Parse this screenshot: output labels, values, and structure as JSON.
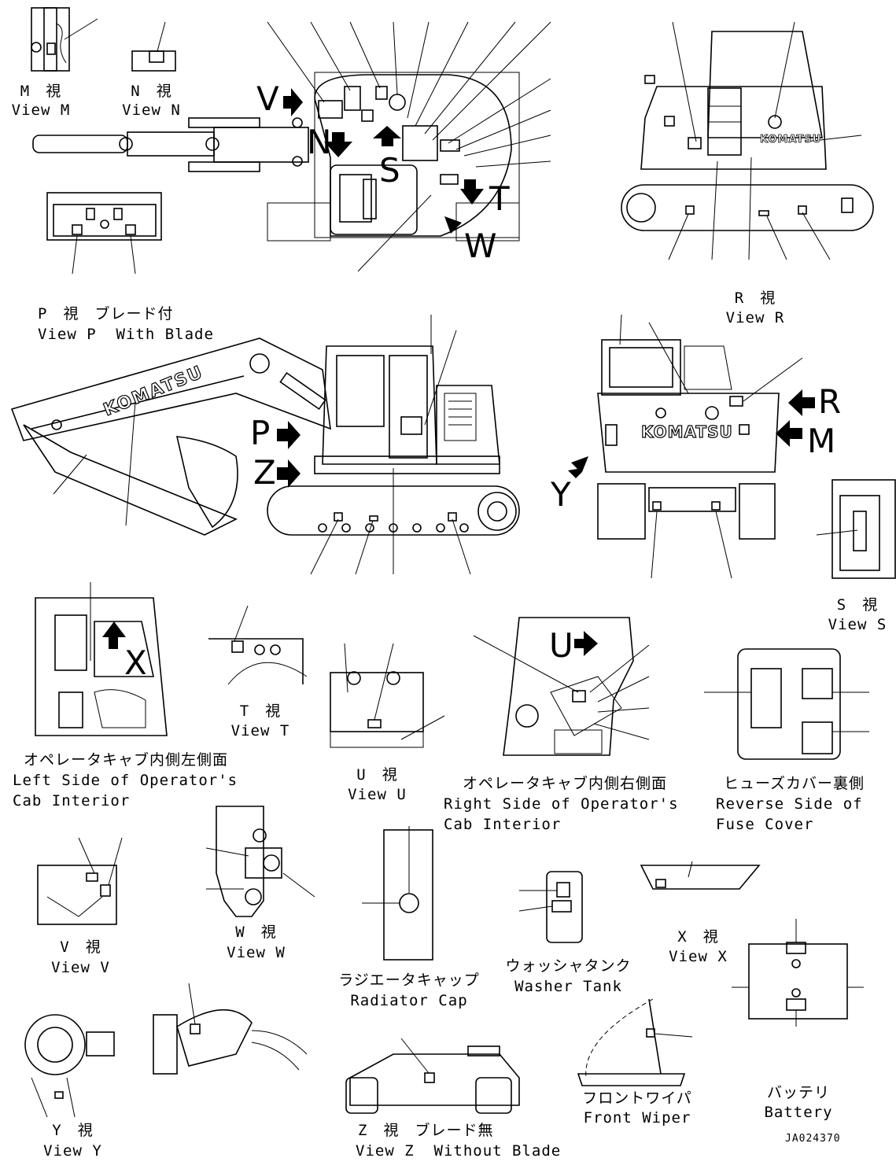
{
  "views": {
    "m": {
      "jp": "M　視",
      "en": "View M"
    },
    "n": {
      "jp": "N　視",
      "en": "View N"
    },
    "p": {
      "jp": "P　視　ブレード付",
      "en": "View P  With Blade"
    },
    "r": {
      "jp": "R　視",
      "en": "View R"
    },
    "s": {
      "jp": "S　視",
      "en": "View S"
    },
    "t": {
      "jp": "T　視",
      "en": "View T"
    },
    "u": {
      "jp": "U　視",
      "en": "View U"
    },
    "v": {
      "jp": "V　視",
      "en": "View V"
    },
    "w": {
      "jp": "W　視",
      "en": "View W"
    },
    "x": {
      "jp": "X　視",
      "en": "View X"
    },
    "y": {
      "jp": "Y　視",
      "en": "View Y"
    },
    "z": {
      "jp": "Z　視　ブレード無",
      "en": "View Z  Without Blade"
    }
  },
  "areas": {
    "cab_left": {
      "jp": "オペレータキャブ内側左側面",
      "en1": "Left Side of Operator's",
      "en2": "Cab Interior"
    },
    "cab_right": {
      "jp": "オペレータキャブ内側右側面",
      "en1": "Right Side of Operator's",
      "en2": "Cab Interior"
    },
    "fuse": {
      "jp": "ヒューズカバー裏側",
      "en1": "Reverse Side of",
      "en2": "Fuse Cover"
    },
    "radiator": {
      "jp": "ラジエータキャップ",
      "en": "Radiator Cap"
    },
    "washer": {
      "jp": "ウォッシャタンク",
      "en": "Washer Tank"
    },
    "wiper": {
      "jp": "フロントワイパ",
      "en": "Front Wiper"
    },
    "battery": {
      "jp": "バッテリ",
      "en": "Battery"
    }
  },
  "arrow_letters": {
    "v": "V",
    "n": "N",
    "s": "S",
    "t": "T",
    "w": "W",
    "p": "P",
    "z": "Z",
    "r": "R",
    "m": "M",
    "y": "Y",
    "u": "U",
    "x": "X"
  },
  "logo_text": "KOMATSU",
  "drawing_code": "JA024370"
}
